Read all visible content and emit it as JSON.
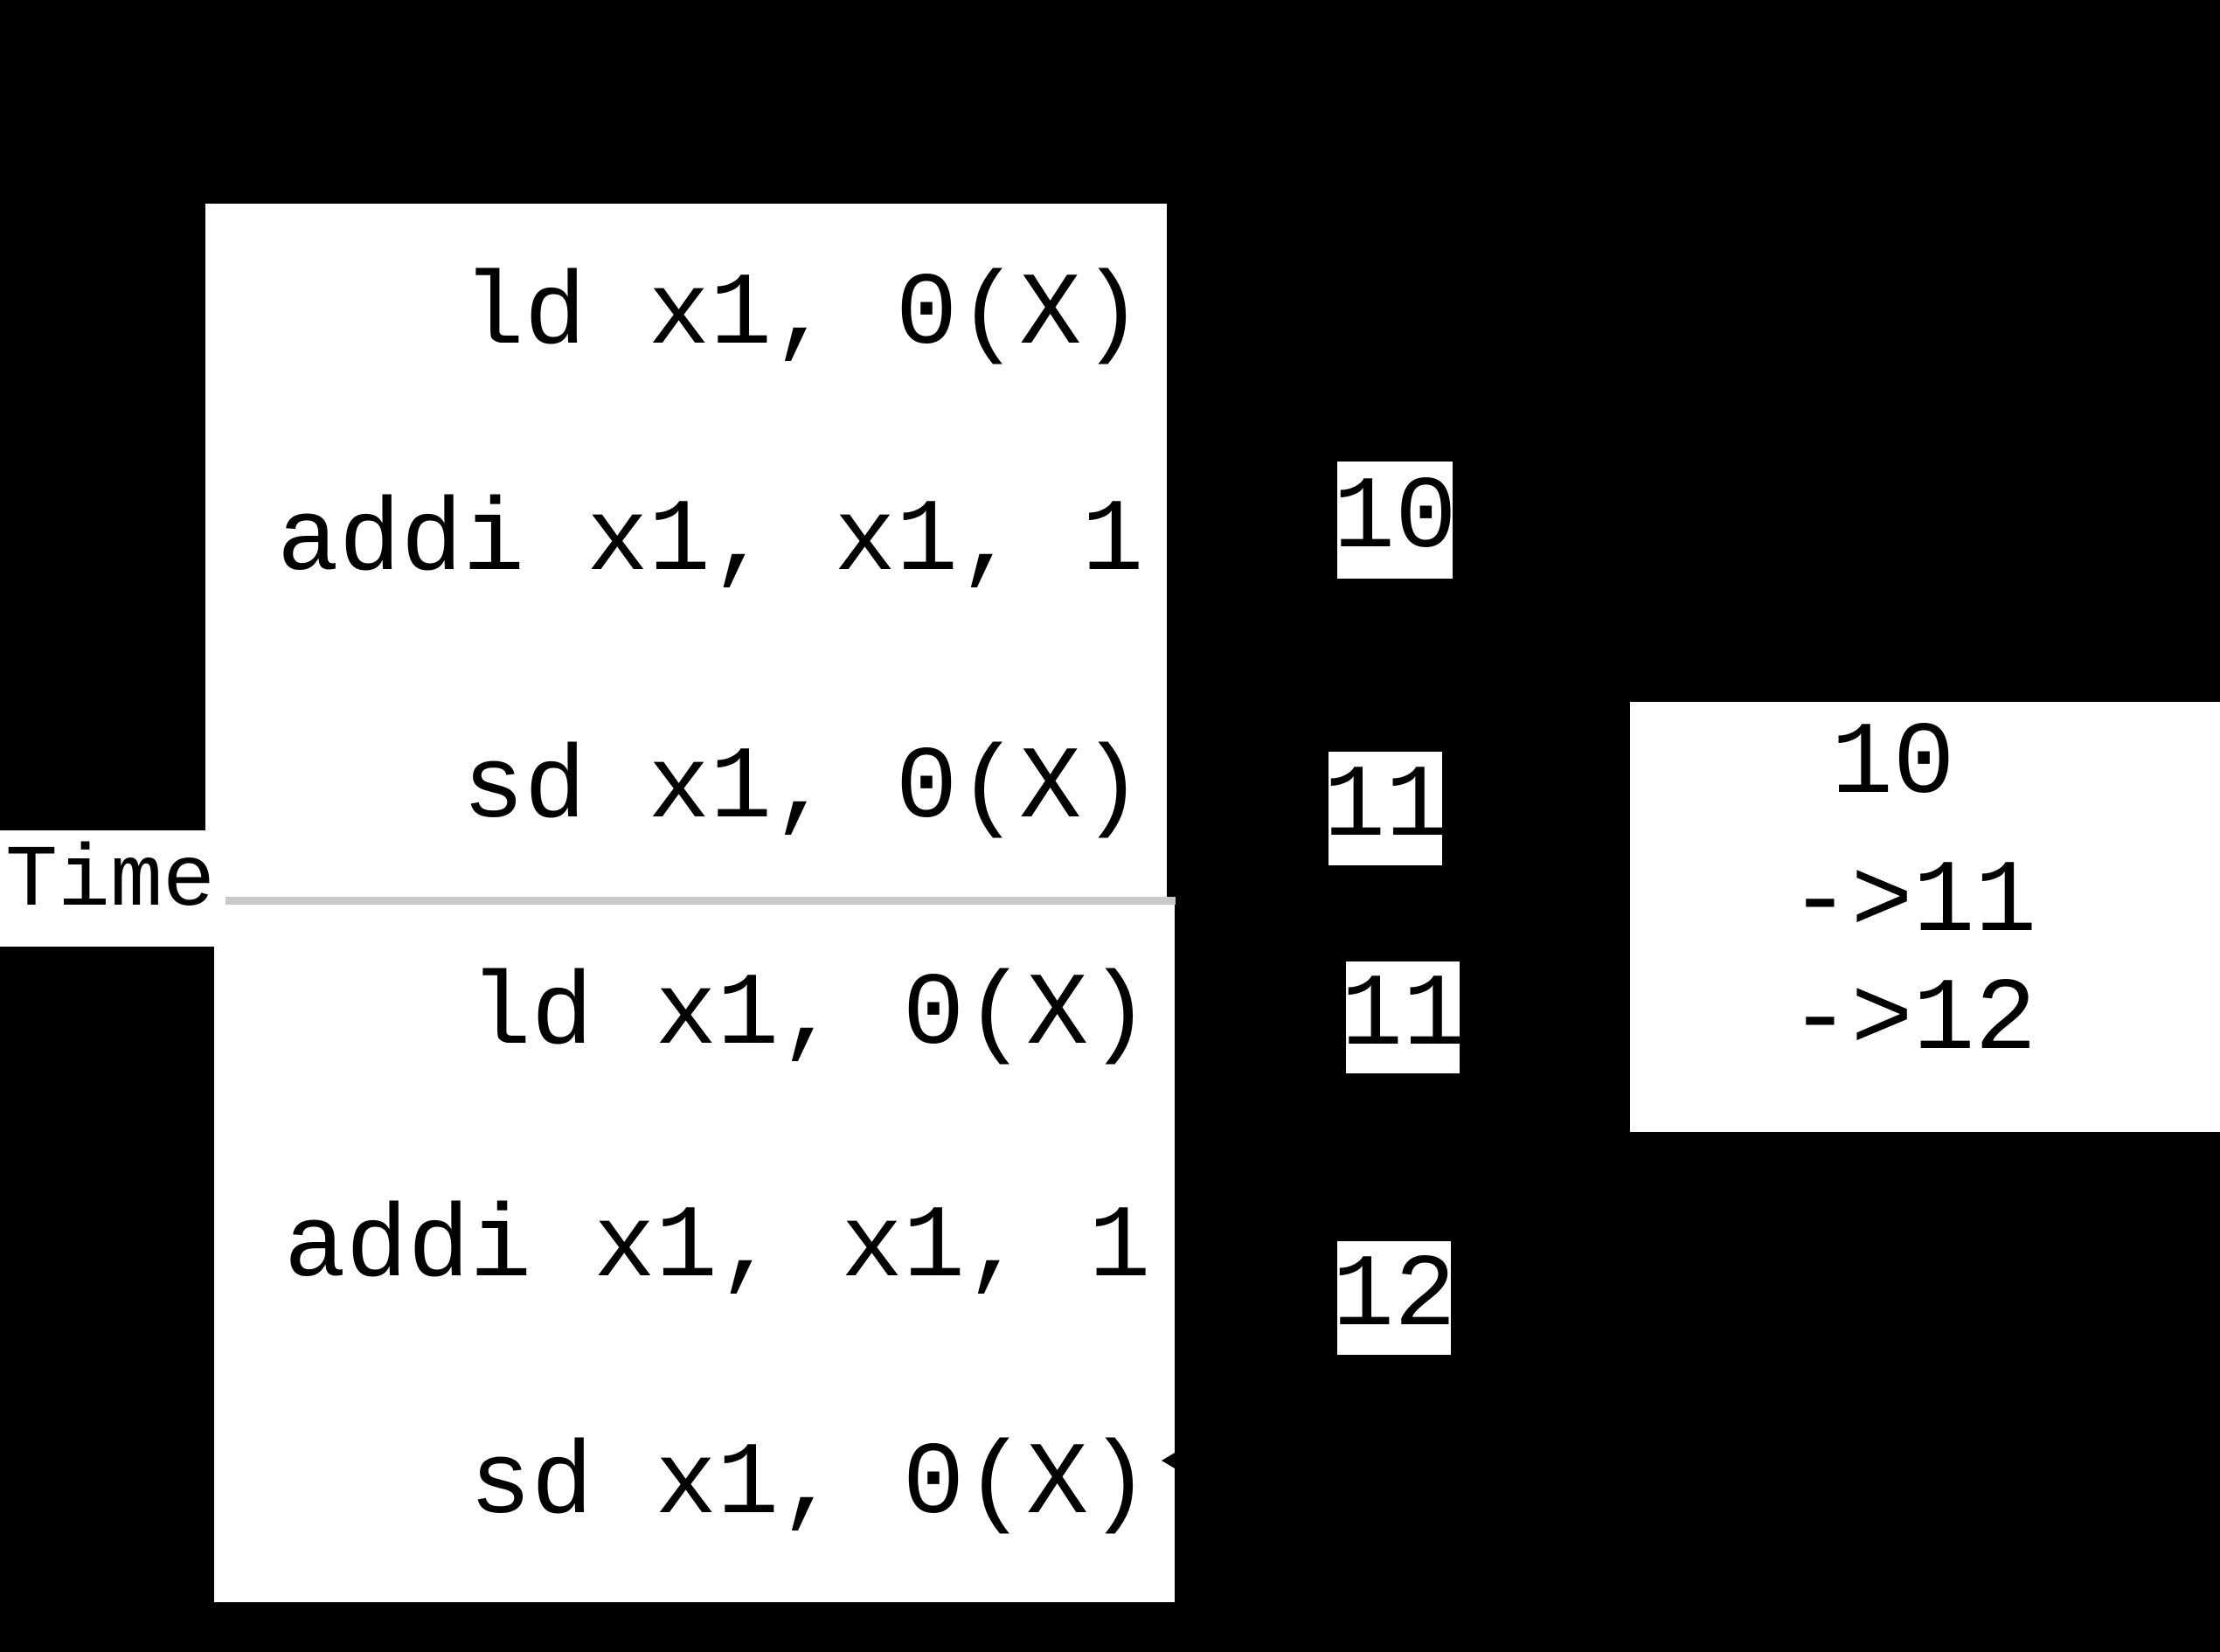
{
  "diagram": {
    "title_hint": "race between two processes incrementing shared location X",
    "colors": {
      "background": "#000000",
      "box_fill": "#ffffff",
      "text": "#000000",
      "timeline": "#c9c9c9"
    }
  },
  "timeline": {
    "label": "Time"
  },
  "process1": {
    "lines": [
      "ld x1, 0(X)",
      "addi x1, x1, 1",
      "sd x1, 0(X)"
    ]
  },
  "process2": {
    "lines": [
      "ld x1, 0(X)",
      "addi x1, x1, 1",
      "sd x1, 0(X)"
    ]
  },
  "value_tags": [
    {
      "text": "10"
    },
    {
      "text": "11"
    },
    {
      "text": "11"
    },
    {
      "text": "12"
    }
  ],
  "memory_box": {
    "lines": [
      "10",
      "->11",
      "->12"
    ]
  }
}
